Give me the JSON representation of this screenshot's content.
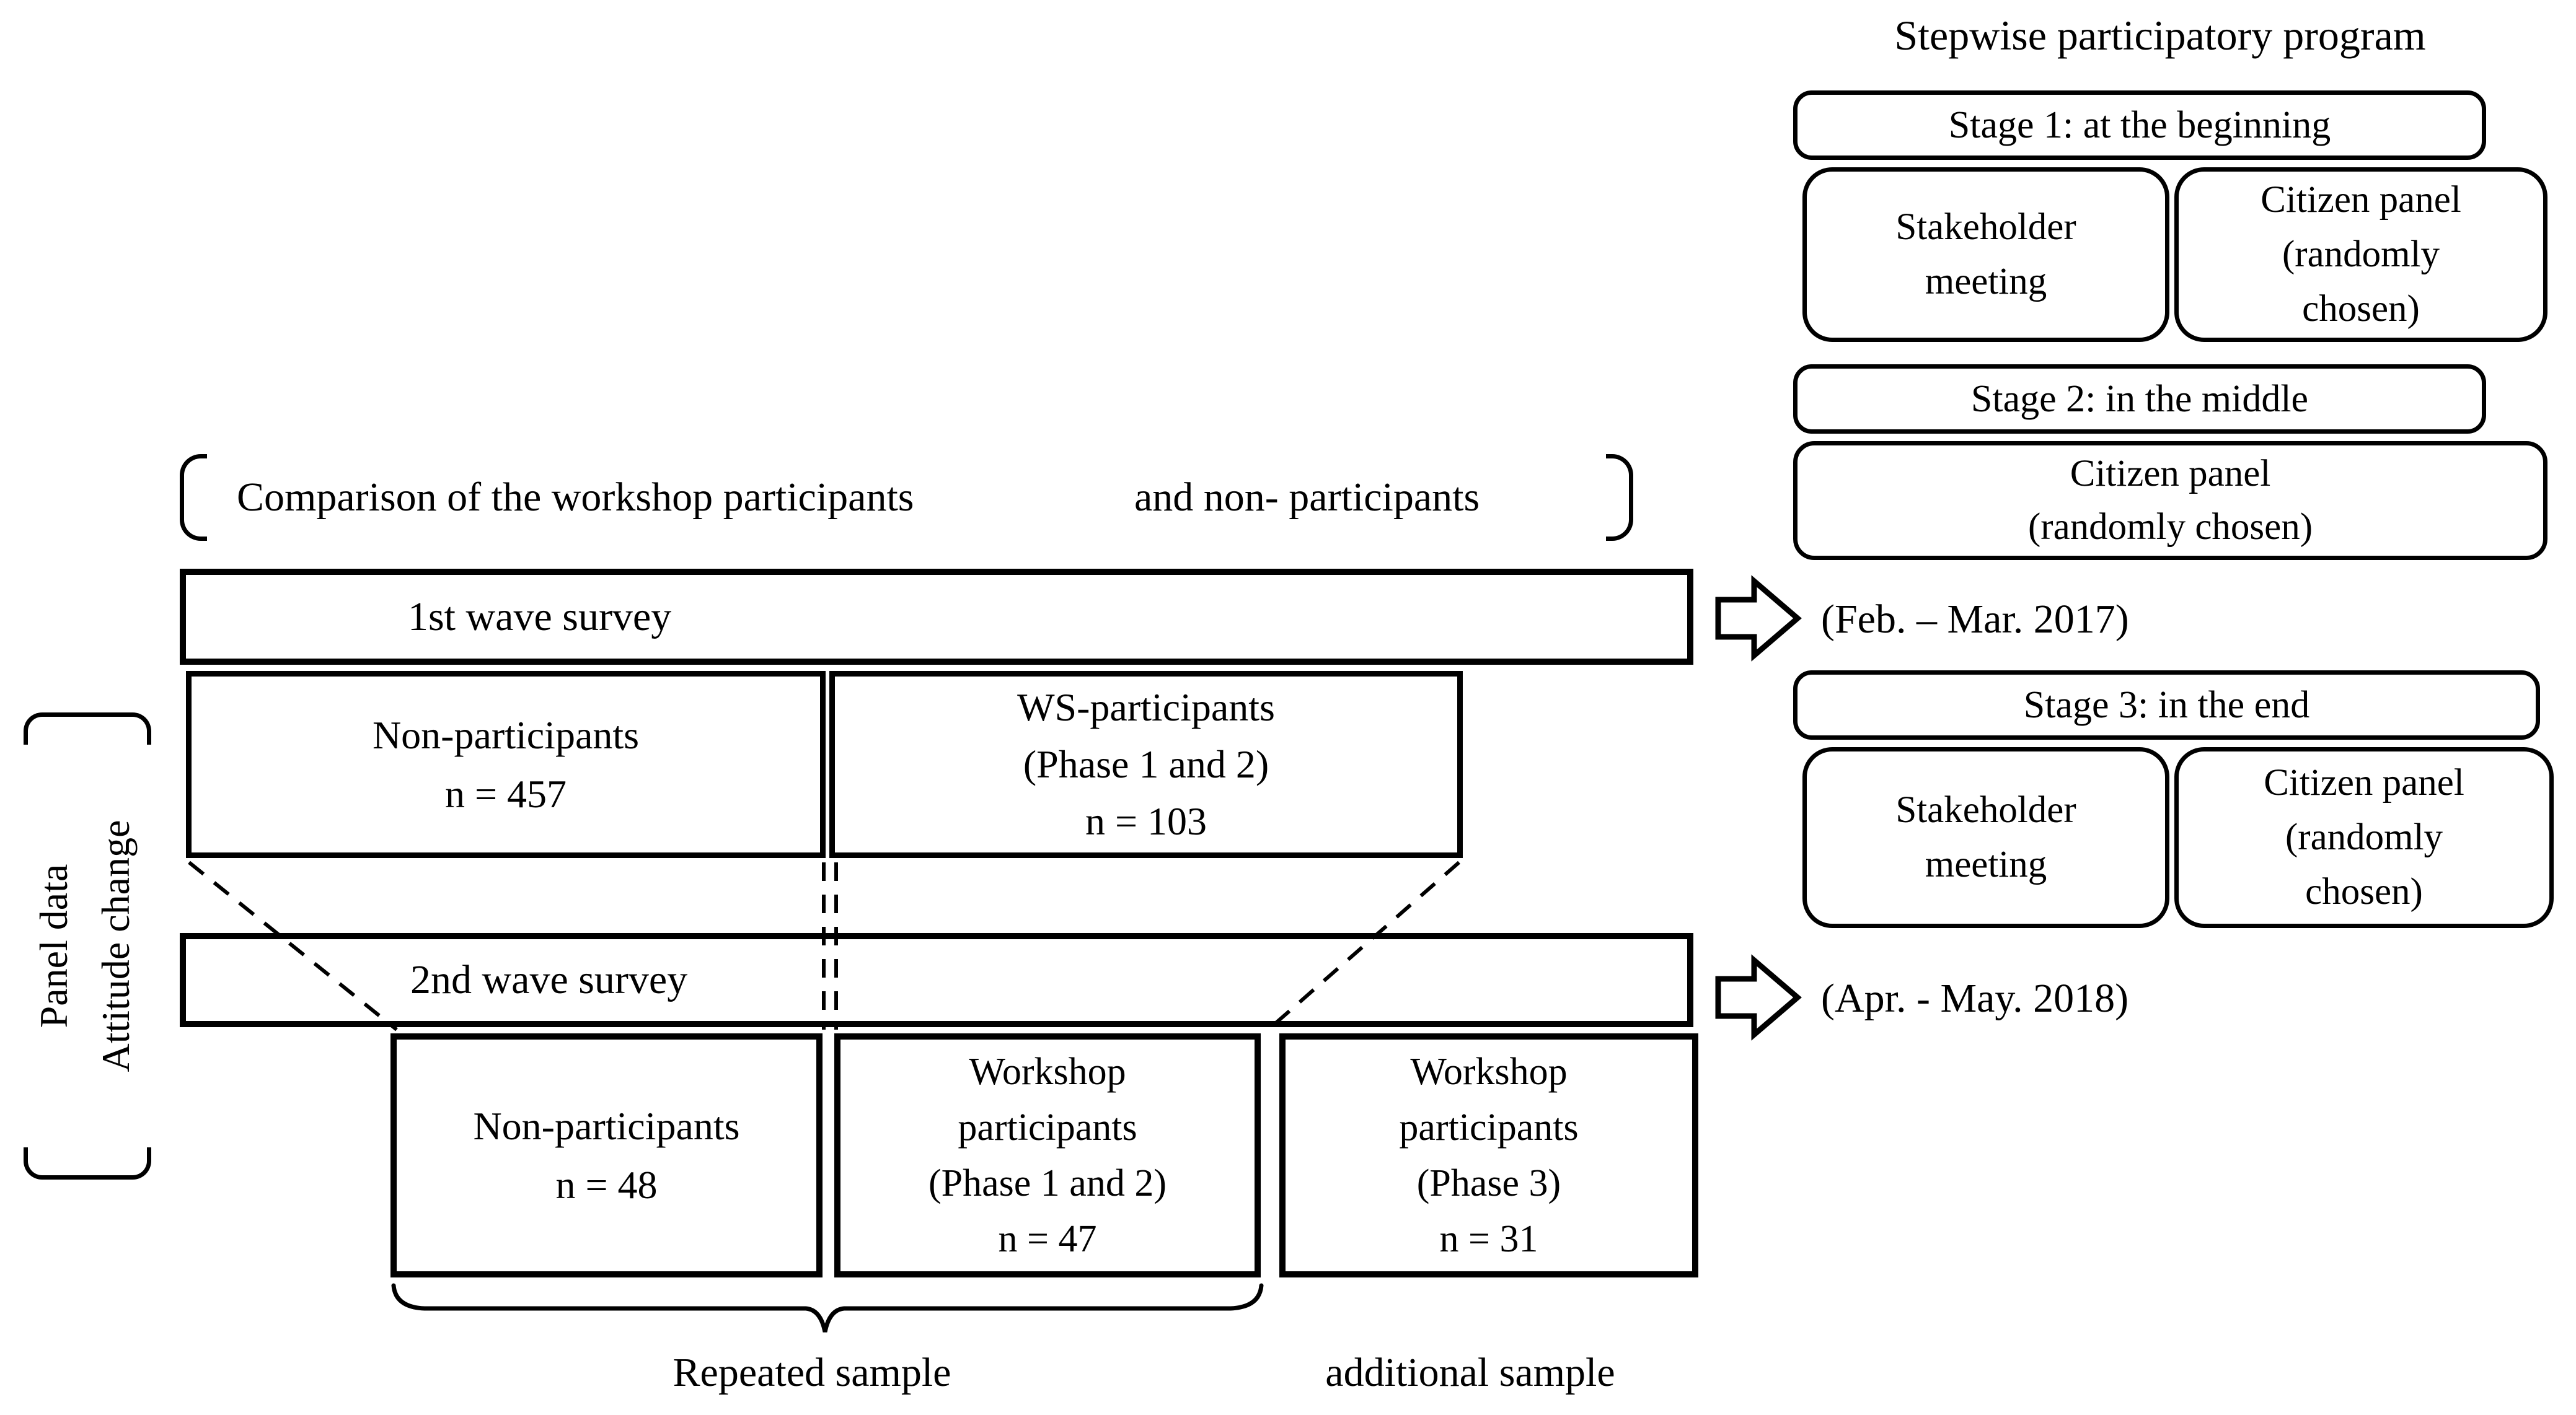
{
  "colors": {
    "ink": "#000000",
    "paper": "#ffffff"
  },
  "program": {
    "title": "Stepwise participatory program",
    "stage1_header": "Stage 1: at the beginning",
    "stage1_left": {
      "line1": "Stakeholder",
      "line2": "meeting"
    },
    "stage1_right": {
      "line1": "Citizen panel",
      "line2": "(randomly",
      "line3": "chosen)"
    },
    "stage2_header": "Stage 2: in the middle",
    "stage2_box": {
      "line1": "Citizen panel",
      "line2": "(randomly chosen)"
    },
    "wave1_date": "(Feb. – Mar. 2017)",
    "stage3_header": "Stage 3: in the end",
    "stage3_left": {
      "line1": "Stakeholder",
      "line2": "meeting"
    },
    "stage3_right": {
      "line1": "Citizen panel",
      "line2": "(randomly",
      "line3": "chosen)"
    },
    "wave2_date": "(Apr. - May. 2018)"
  },
  "left_label": {
    "line1": "Panel data",
    "line2": "Attitude change"
  },
  "comparison": {
    "left_text": "Comparison of the workshop participants",
    "right_text": "and non- participants"
  },
  "wave1": {
    "bar_label": "1st wave survey",
    "non_participants": {
      "line1": "Non-participants",
      "line2": "n = 457"
    },
    "ws_participants": {
      "line1": "WS-participants",
      "line2": "(Phase 1 and 2)",
      "line3": "n = 103"
    }
  },
  "wave2": {
    "bar_label": "2nd wave survey",
    "non_participants": {
      "line1": "Non-participants",
      "line2": "n = 48"
    },
    "ws_phase12": {
      "line1": "Workshop",
      "line2": "participants",
      "line3": "(Phase 1 and 2)",
      "line4": "n = 47"
    },
    "ws_phase3": {
      "line1": "Workshop",
      "line2": "participants",
      "line3": "(Phase 3)",
      "line4": "n = 31"
    }
  },
  "samples": {
    "repeated": "Repeated sample",
    "additional": "additional sample"
  }
}
